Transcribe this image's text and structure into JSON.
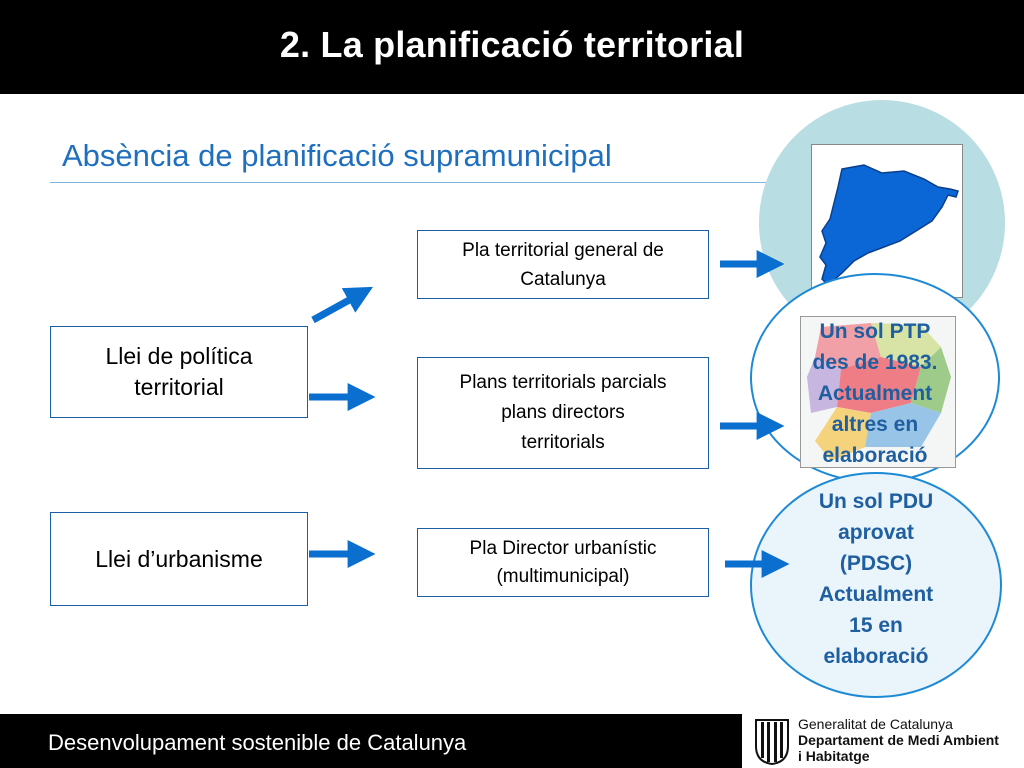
{
  "header": {
    "title": "2. La planificació territorial"
  },
  "section": {
    "subtitle": "Absència de planificació supramunicipal"
  },
  "left_boxes": {
    "policy_law": "Llei de política territorial",
    "urbanism_law": "Llei d’urbanisme"
  },
  "middle_boxes": {
    "general_plan": "Pla territorial general de Catalunya",
    "partial_plans": [
      "Plans territorials parcials",
      "plans directors",
      "territorials"
    ],
    "urban_plan": [
      "Pla Director urbanístic",
      "(multimunicipal)"
    ]
  },
  "circles": {
    "ptp": [
      "Un sol PTP",
      "des de 1983.",
      "Actualment",
      "altres en",
      "elaboració"
    ],
    "pdu": [
      "Un sol PDU",
      "aprovat",
      "(PDSC)",
      "Actualment",
      "15 en",
      "elaboració"
    ]
  },
  "footer": {
    "text": "Desenvolupament sostenible de Catalunya"
  },
  "logo": {
    "line1": "Generalitat de Catalunya",
    "line2": "Departament de Medi Ambient",
    "line3": "i Habitatge",
    "icon": "generalitat-emblem-icon"
  },
  "colors": {
    "header_bg": "#000000",
    "accent_blue": "#1f6fbf",
    "arrow_blue": "#0a6fcf",
    "map_blue": "#0b66d6",
    "circle_teal": "#b8dde2",
    "circle_border": "#1e8ad6"
  }
}
